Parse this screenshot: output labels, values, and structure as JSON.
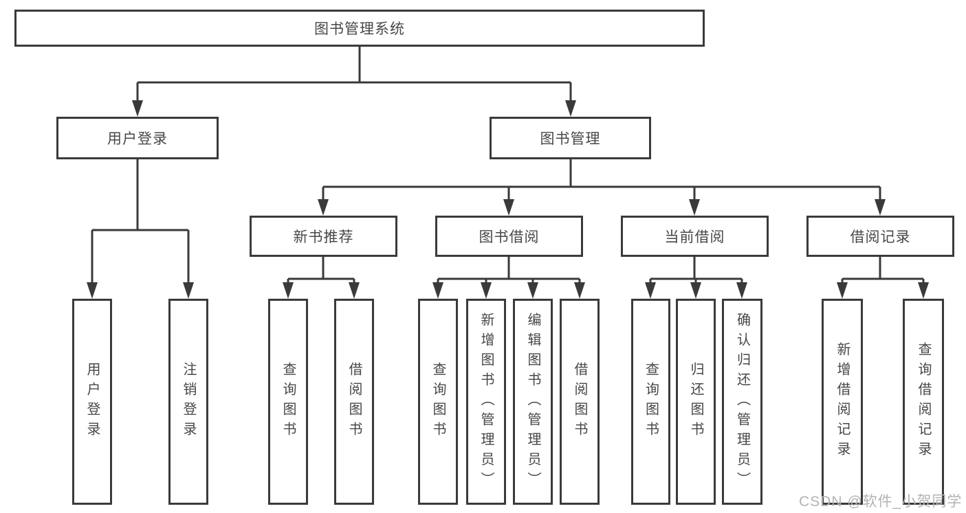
{
  "diagram_type": "hierarchy-tree",
  "colors": {
    "background": "#ffffff",
    "box_border": "#3a3a3a",
    "connector_line": "#3a3a3a",
    "label_text": "#474747",
    "watermark_text": "#b3b3b3"
  },
  "tree": {
    "root": {
      "label": "图书管理系统",
      "children": [
        {
          "label": "用户登录",
          "children": [
            {
              "label": "用户登录"
            },
            {
              "label": "注销登录"
            }
          ]
        },
        {
          "label": "图书管理",
          "children": [
            {
              "label": "新书推荐",
              "children": [
                {
                  "label": "查询图书"
                },
                {
                  "label": "借阅图书"
                }
              ]
            },
            {
              "label": "图书借阅",
              "children": [
                {
                  "label": "查询图书"
                },
                {
                  "label": "新增图书（管理员）"
                },
                {
                  "label": "编辑图书（管理员）"
                },
                {
                  "label": "借阅图书"
                }
              ]
            },
            {
              "label": "当前借阅",
              "children": [
                {
                  "label": "查询图书"
                },
                {
                  "label": "归还图书"
                },
                {
                  "label": "确认归还（管理员）"
                }
              ]
            },
            {
              "label": "借阅记录",
              "children": [
                {
                  "label": "新增借阅记录"
                },
                {
                  "label": "查询借阅记录"
                }
              ]
            }
          ]
        }
      ]
    }
  },
  "watermark": {
    "text": "CSDN @软件_小贺同学"
  }
}
